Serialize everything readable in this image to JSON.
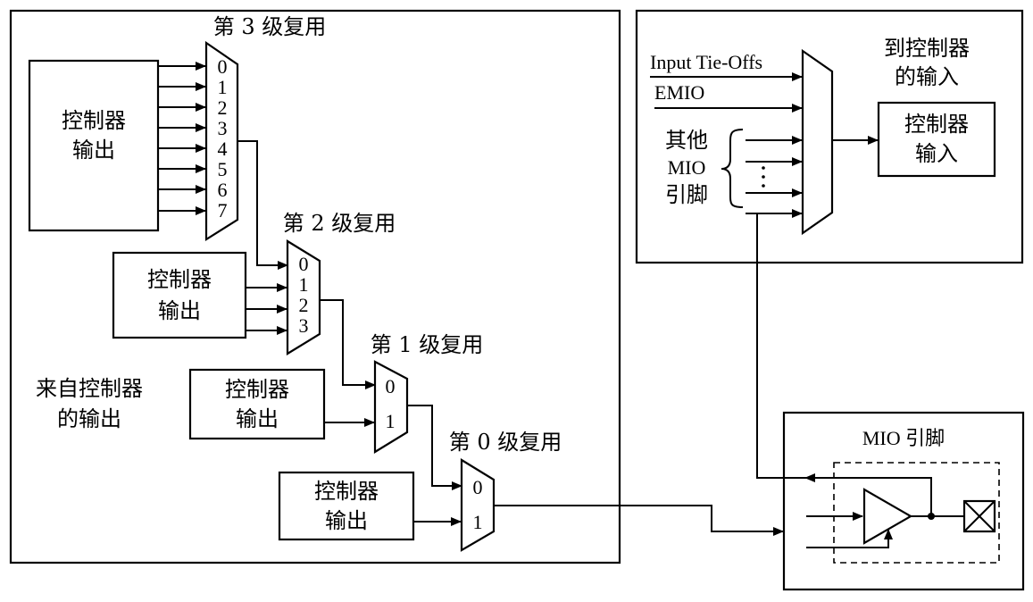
{
  "stage3": {
    "title": "第 3 级复用",
    "inputs": [
      "0",
      "1",
      "2",
      "3",
      "4",
      "5",
      "6",
      "7"
    ],
    "source": [
      "控制器",
      "输出"
    ]
  },
  "stage2": {
    "title": "第 2 级复用",
    "inputs": [
      "0",
      "1",
      "2",
      "3"
    ],
    "source": [
      "控制器",
      "输出"
    ]
  },
  "stage1": {
    "title": "第 1 级复用",
    "inputs": [
      "0",
      "1"
    ],
    "source": [
      "控制器",
      "输出"
    ]
  },
  "stage0": {
    "title": "第 0 级复用",
    "inputs": [
      "0",
      "1"
    ],
    "source": [
      "控制器",
      "输出"
    ]
  },
  "from_controller": [
    "来自控制器",
    "的输出"
  ],
  "input_side": {
    "tie_offs": "Input Tie-Offs",
    "emio": "EMIO",
    "other_pins": [
      "其他",
      "MIO",
      "引脚"
    ],
    "dots": "⋮",
    "to_controller": [
      "到控制器",
      "的输入"
    ],
    "controller_input": [
      "控制器",
      "输入"
    ]
  },
  "mio_pin": {
    "title": "MIO 引脚"
  }
}
